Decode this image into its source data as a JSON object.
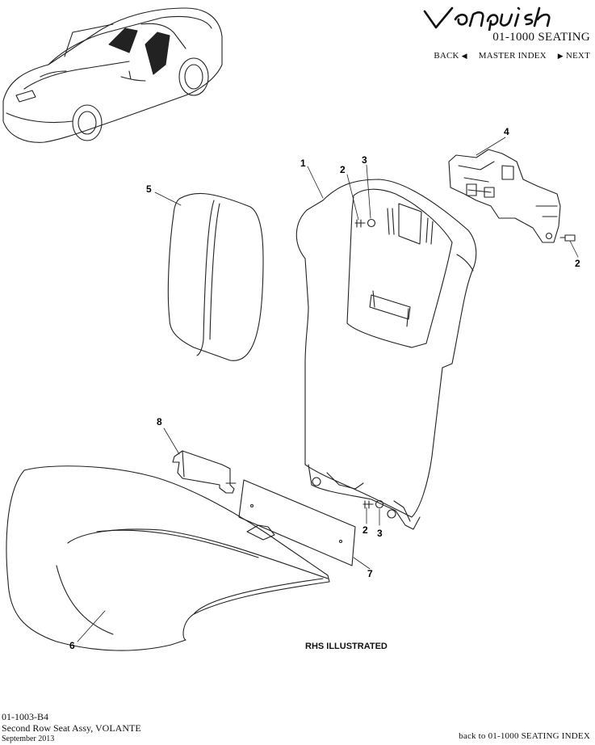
{
  "header": {
    "logo_text": "Vanquish",
    "section_title": "01-1000 SEATING",
    "nav": {
      "back": "BACK",
      "master_index": "MASTER INDEX",
      "next": "NEXT"
    }
  },
  "diagram": {
    "callouts": {
      "c1": "1",
      "c2a": "2",
      "c3a": "3",
      "c4": "4",
      "c2b": "2",
      "c5": "5",
      "c8": "8",
      "c2c": "2",
      "c3b": "3",
      "c7": "7",
      "c6": "6"
    },
    "note": "RHS ILLUSTRATED"
  },
  "footer": {
    "code": "01-1003-B4",
    "description": "Second Row Seat Assy, VOLANTE",
    "date": "September 2013",
    "back_link": "back to 01-1000 SEATING INDEX"
  }
}
